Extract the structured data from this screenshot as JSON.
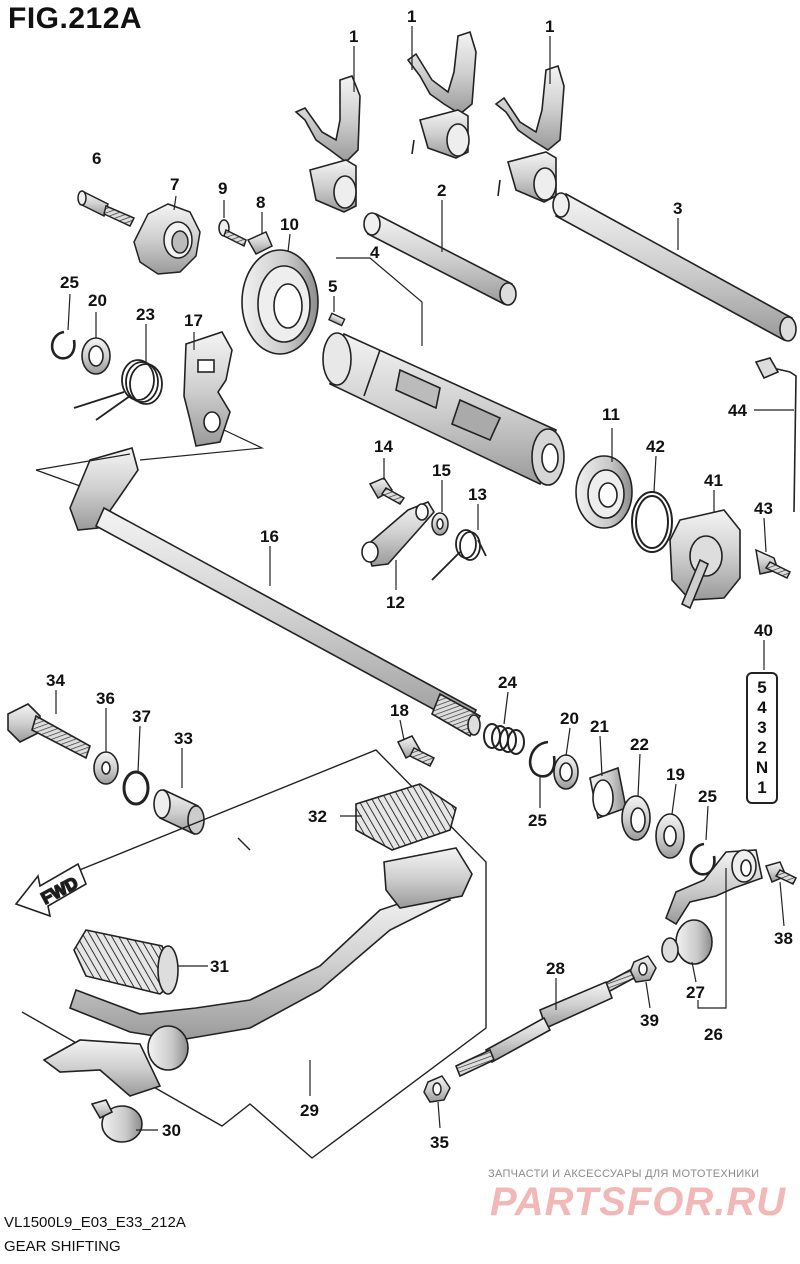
{
  "figure": {
    "title": "FIG.212A",
    "code": "VL1500L9_E03_E33_212A",
    "description": "GEAR SHIFTING"
  },
  "watermark": {
    "tagline": "ЗАПЧАСТИ И АКСЕССУАРЫ ДЛЯ МОТОТЕХНИКИ",
    "logo": "PARTSFOR.RU"
  },
  "callouts": {
    "fork_left": "1",
    "fork_mid": "1",
    "fork_right": "1",
    "shaft_2": "2",
    "shaft_3": "3",
    "drum": "4",
    "pin": "5",
    "bolt_6": "6",
    "cam_7": "7",
    "screw_9": "9",
    "plate_8": "8",
    "bearing_10": "10",
    "circlip_25a": "25",
    "washer_20a": "20",
    "spring_23": "23",
    "plate_17": "17",
    "bearing_11": "11",
    "oring_42": "42",
    "cover_41": "41",
    "bolt_43": "43",
    "wire_44": "44",
    "bolt_14": "14",
    "washer_15": "15",
    "spring_13": "13",
    "stopper_12": "12",
    "shift_shaft": "16",
    "gear_box_label": "40",
    "bolt_34": "34",
    "washer_36": "36",
    "ring_37": "37",
    "bush_33": "33",
    "bolt_18": "18",
    "spring_24": "24",
    "washer_20b": "20",
    "bush_21": "21",
    "seal_22": "22",
    "washer_19": "19",
    "circlip_25b": "25",
    "circlip_25c": "25",
    "pad_32": "32",
    "rubber_31": "31",
    "lever_29": "29",
    "joint_30": "30",
    "rod_28": "28",
    "nut_39": "39",
    "nut_35": "35",
    "arm_27": "27",
    "lever_26": "26",
    "bolt_38": "38"
  },
  "gear_positions": [
    "5",
    "4",
    "3",
    "2",
    "N",
    "1"
  ],
  "fwd_arrow": "FWD"
}
